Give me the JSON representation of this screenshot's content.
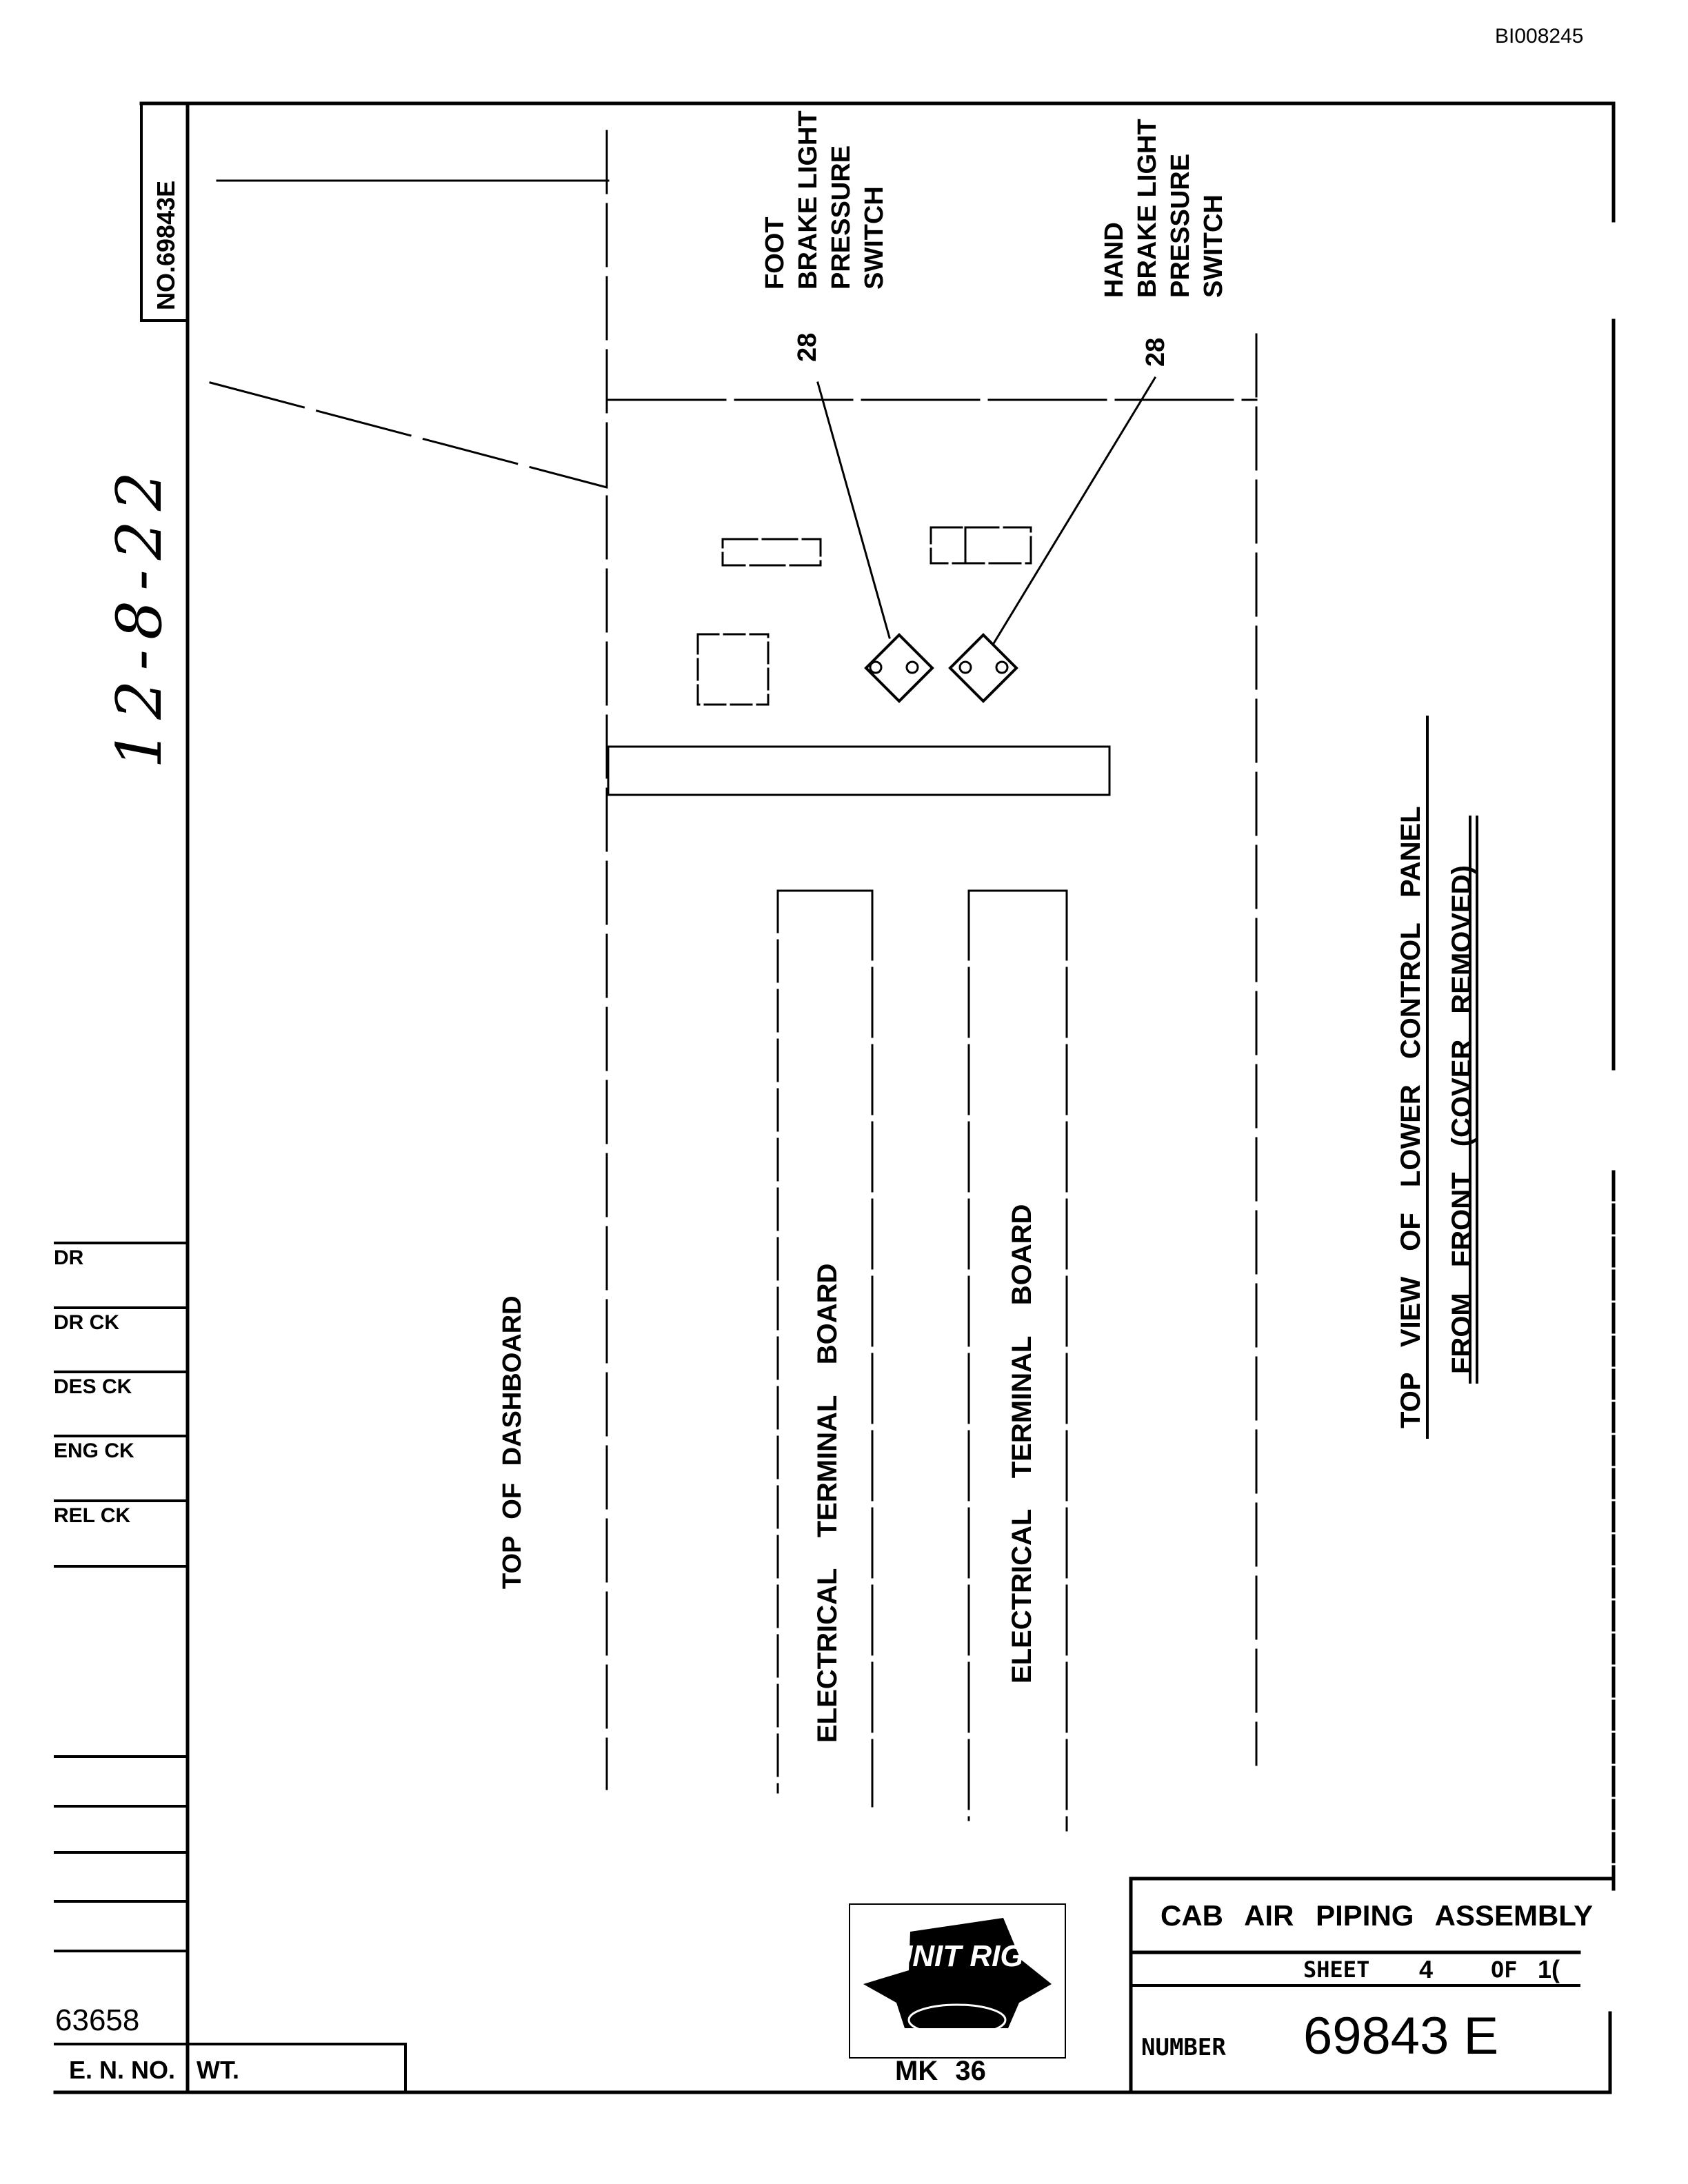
{
  "doc_code": "BI008245",
  "side_number": "NO.69843E",
  "handwritten_date": "12-8-22",
  "callouts": {
    "foot": [
      "FOOT",
      "BRAKE LIGHT",
      "PRESSURE",
      "SWITCH"
    ],
    "hand": [
      "HAND",
      "BRAKE LIGHT",
      "PRESSURE",
      "SWITCH"
    ],
    "foot_item": "28",
    "hand_item": "28"
  },
  "labels": {
    "top_of_dashboard": "TOP OF DASHBOARD",
    "terminal_board_1": "ELECTRICAL TERMINAL BOARD",
    "terminal_board_2": "ELECTRICAL TERMINAL BOARD",
    "view_title_line1": "TOP VIEW OF LOWER CONTROL PANEL",
    "view_title_line2": "FROM FRONT (COVER REMOVED)"
  },
  "signoff": {
    "rows": [
      "DR",
      "DR CK",
      "DES CK",
      "ENG CK",
      "REL CK"
    ]
  },
  "footer": {
    "en_number_value": "63658",
    "en_label": "E. N. NO.",
    "wt_label": "WT.",
    "logo_text": "UNIT RIG",
    "mk_label": "MK 36"
  },
  "title_block": {
    "title": "CAB AIR PIPING ASSEMBLY",
    "sheet_label": "SHEET",
    "sheet_value": "4",
    "of_label": "OF",
    "of_value": "1(",
    "number_label": "NUMBER",
    "number_value": "69843 E"
  }
}
